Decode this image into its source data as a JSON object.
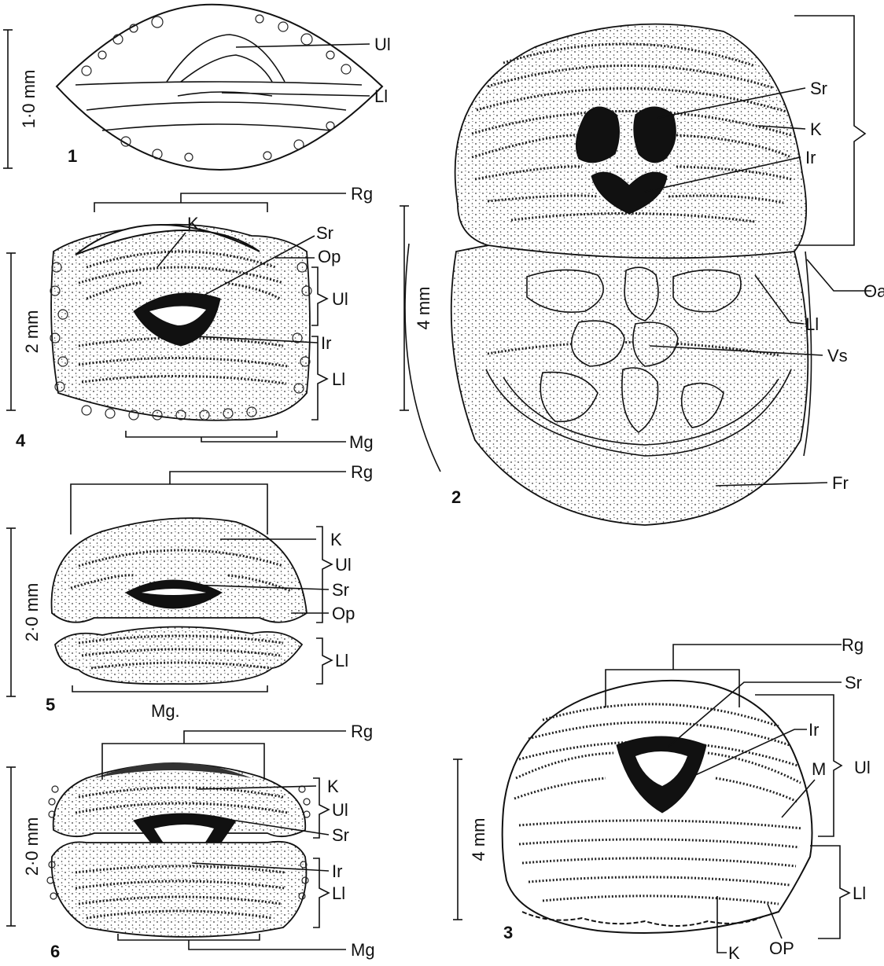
{
  "figure_numbers": [
    "1",
    "2",
    "3",
    "4",
    "5",
    "6"
  ],
  "scale_bars": {
    "fig1": "1·0 mm",
    "fig2": "4 mm",
    "fig3": "4 mm",
    "fig4": "2 mm",
    "fig5": "2·0 mm",
    "fig6": "2·0 mm"
  },
  "labels": {
    "fig1": [
      "Ul",
      "Ll"
    ],
    "fig2": [
      "Sr",
      "K",
      "Ir",
      "Oa",
      "Ll",
      "Vs",
      "Fr"
    ],
    "fig3": [
      "Rg",
      "Sr",
      "Ir",
      "M",
      "Ul",
      "Ll",
      "K",
      "OP"
    ],
    "fig4": [
      "Rg",
      "K",
      "Sr",
      "Op",
      "Ul",
      "Ir",
      "Ll",
      "Mg"
    ],
    "fig5": [
      "Rg",
      "K",
      "Ul",
      "Sr",
      "Op",
      "Ll",
      "Mg."
    ],
    "fig6": [
      "Rg",
      "K",
      "Ul",
      "Sr",
      "Ir",
      "Ll",
      "Mg"
    ]
  }
}
